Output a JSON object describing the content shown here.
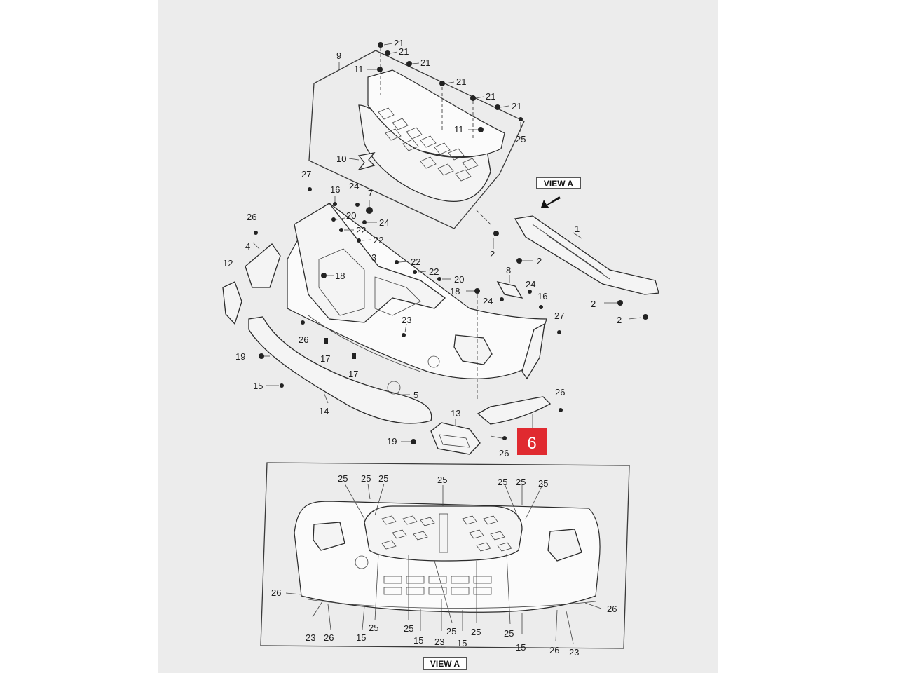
{
  "view_labels": {
    "top": "VIEW A",
    "bottom": "VIEW A"
  },
  "highlight": {
    "label": "6",
    "color": "#e02a30"
  },
  "paper_color": "#ececec",
  "labels": {
    "p9": "9",
    "p11a": "11",
    "p11b": "11",
    "p10": "10",
    "p21a": "21",
    "p21b": "21",
    "p21c": "21",
    "p21d": "21",
    "p21e": "21",
    "p21f": "21",
    "p25top": "25",
    "p27a": "27",
    "p16a": "16",
    "p24a": "24",
    "p7": "7",
    "p20a": "20",
    "p24b": "24",
    "p22a": "22",
    "p22b": "22",
    "p26a": "26",
    "p4": "4",
    "p3": "3",
    "p22c": "22",
    "p22d": "22",
    "p20b": "20",
    "p12": "12",
    "p18a": "18",
    "p18b": "18",
    "p1": "1",
    "p2a": "2",
    "p2b": "2",
    "p8": "8",
    "p24c": "24",
    "p24d": "24",
    "p16b": "16",
    "p2c": "2",
    "p2d": "2",
    "p27b": "27",
    "p23a": "23",
    "p26b": "26",
    "p17a": "17",
    "p17b": "17",
    "p19a": "19",
    "p15a": "15",
    "p5": "5",
    "p14": "14",
    "p13": "13",
    "p26c": "26",
    "p26d": "26",
    "p19b": "19",
    "v25a": "25",
    "v25b": "25",
    "v25c": "25",
    "v25d": "25",
    "v25e": "25",
    "v25f": "25",
    "v25g": "25",
    "v26a": "26",
    "v26b": "26",
    "v26c": "26",
    "v26d": "26",
    "v23a": "23",
    "v23b": "23",
    "v23c": "23",
    "v15a": "15",
    "v15b": "15",
    "v15c": "15",
    "v15d": "15",
    "v25h": "25",
    "v25i": "25",
    "v25j": "25",
    "v25k": "25",
    "v25l": "25",
    "v25m": "25"
  }
}
